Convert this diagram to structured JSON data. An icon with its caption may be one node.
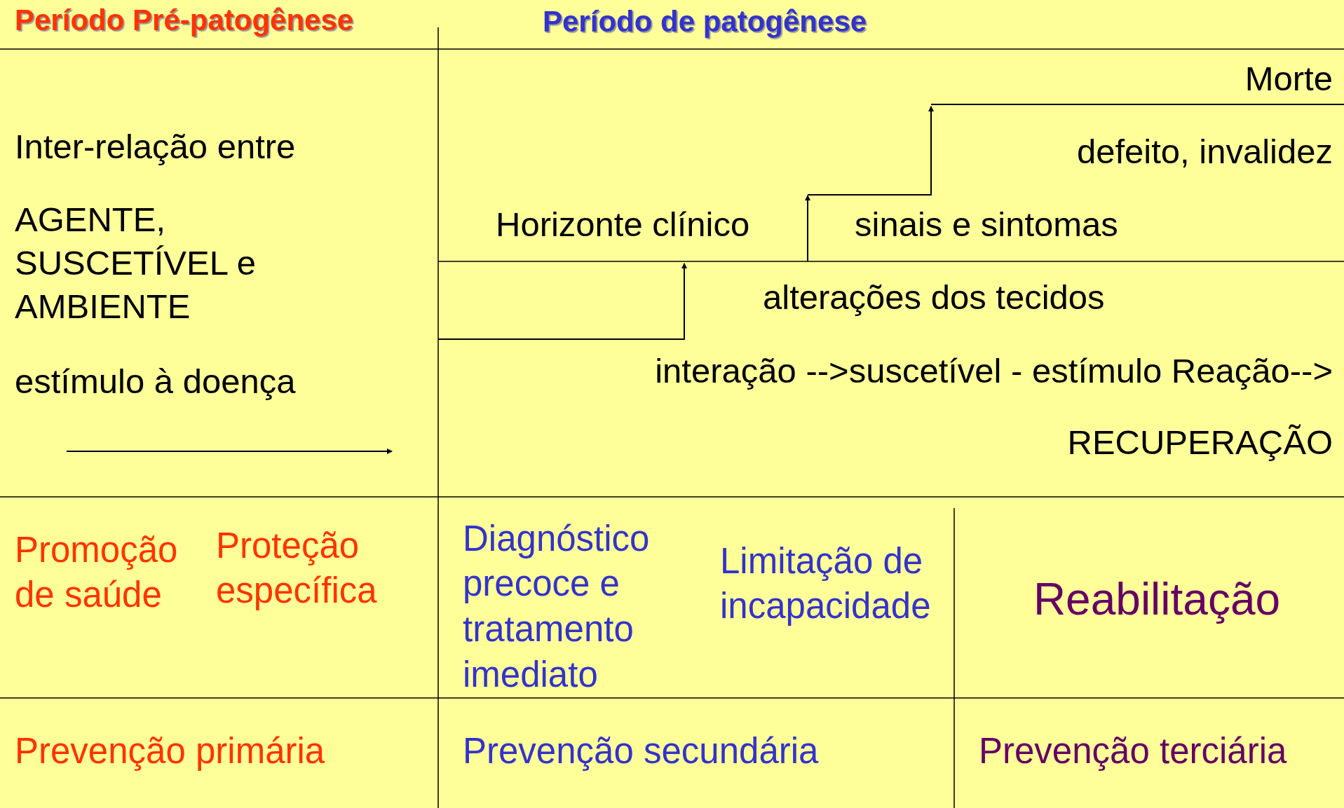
{
  "diagram": {
    "labels": [
      "Período Pré-patogênese",
      "Período de patogênese",
      "Inter-relação entre",
      "AGENTE, SUSCETÍVEL e AMBIENTE",
      "estímulo à doença",
      "Morte",
      "defeito, invalidez",
      "Horizonte clínico",
      "sinais e sintomas",
      "alterações dos tecidos",
      "interação -->suscetível - estímulo Reação-->",
      "RECUPERAÇÃO",
      "Promoção de saúde",
      "Proteção específica",
      "Diagnóstico precoce e tratamento imediato",
      "Limitação de incapacidade",
      "Reabilitação",
      "Prevenção primária",
      "Prevenção secundária",
      "Prevenção terciária"
    ]
  }
}
